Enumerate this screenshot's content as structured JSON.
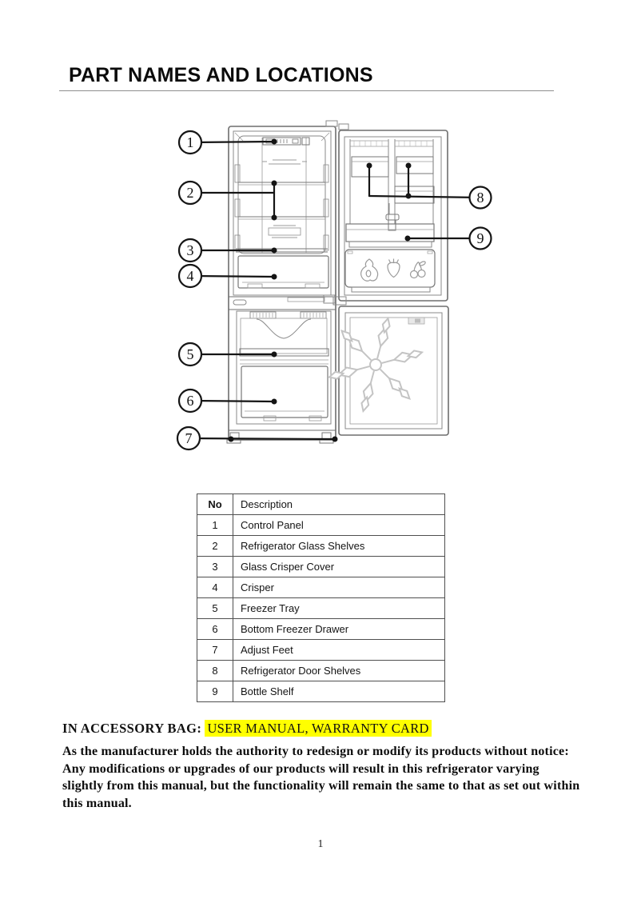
{
  "header": {
    "title": "PART NAMES AND LOCATIONS"
  },
  "diagram": {
    "callouts": [
      {
        "label": "1"
      },
      {
        "label": "2"
      },
      {
        "label": "3"
      },
      {
        "label": "4"
      },
      {
        "label": "5"
      },
      {
        "label": "6"
      },
      {
        "label": "7"
      },
      {
        "label": "8"
      },
      {
        "label": "9"
      }
    ],
    "icons": [
      "pear-icon",
      "strawberry-icon",
      "cherries-icon",
      "snowflake-icon"
    ]
  },
  "table": {
    "headers": {
      "no": "No",
      "description": "Description"
    },
    "rows": [
      {
        "no": "1",
        "desc": "Control Panel"
      },
      {
        "no": "2",
        "desc": "Refrigerator Glass Shelves"
      },
      {
        "no": "3",
        "desc": "Glass Crisper Cover"
      },
      {
        "no": "4",
        "desc": "Crisper"
      },
      {
        "no": "5",
        "desc": "Freezer Tray"
      },
      {
        "no": "6",
        "desc": "Bottom Freezer Drawer"
      },
      {
        "no": "7",
        "desc": "Adjust Feet"
      },
      {
        "no": "8",
        "desc": "Refrigerator Door Shelves"
      },
      {
        "no": "9",
        "desc": "Bottle Shelf"
      }
    ]
  },
  "accessory": {
    "label": "IN ACCESSORY BAG:",
    "highlight": "USER MANUAL, WARRANTY CARD",
    "highlight_color": "#ffff00"
  },
  "disclaimer": "As the manufacturer holds the authority to redesign or modify its products without notice: Any modifications or upgrades of our products will result in this refrigerator varying slightly from this manual, but the functionality will remain the same to that as set out within this manual.",
  "footer": {
    "page_number": "1"
  }
}
